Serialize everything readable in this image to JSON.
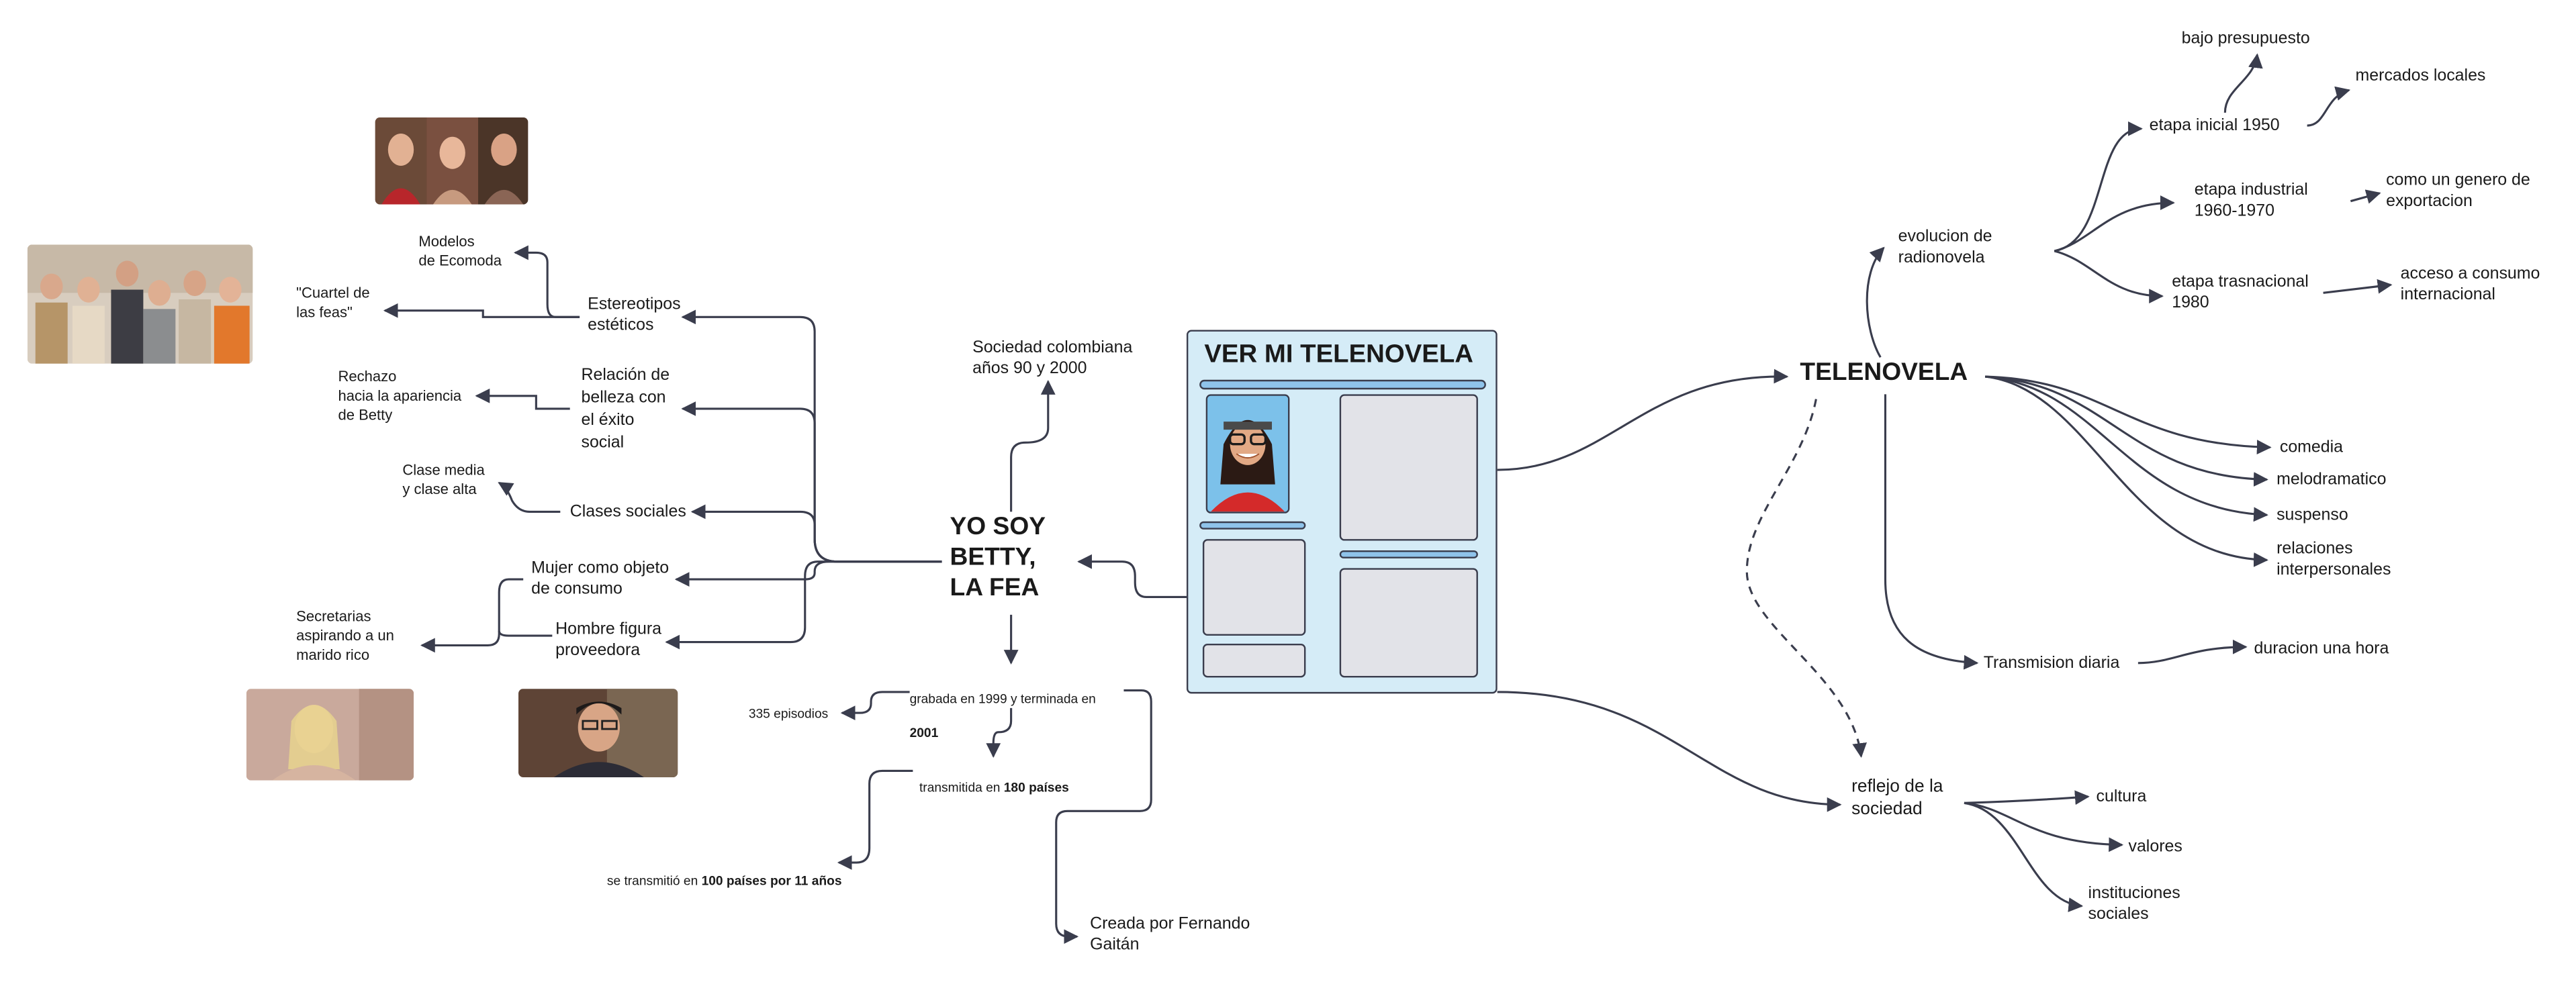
{
  "colors": {
    "line": "#3a3d4d",
    "card_bg": "#d5ecf7",
    "card_bar": "#8fc3ea",
    "card_box": "#e2e3e8"
  },
  "card": {
    "title": "VER MI TELENOVELA"
  },
  "nodes": {
    "yo_soy_betty": "YO SOY\nBETTY,\nLA FEA",
    "sociedad_colombiana": "Sociedad colombiana\naños 90 y 2000",
    "estereotipos": "Estereotipos\nestéticos",
    "modelos_ecomoda": "Modelos\nde Ecomoda",
    "cuartel_feas": "\"Cuartel de\nlas feas\"",
    "relacion_belleza": "Relación de\nbelleza con\nel éxito\nsocial",
    "rechazo_apariencia": "Rechazo\nhacia la apariencia\nde Betty",
    "clases_sociales": "Clases sociales",
    "clase_media_alta": "Clase media\ny clase alta",
    "mujer_objeto": "Mujer como objeto\nde consumo",
    "hombre_proveedora": "Hombre figura\nproveedora",
    "secretarias": "Secretarias\naspirando a un\nmarido rico",
    "grabada_text": "grabada en 1999 y terminada en ",
    "grabada_year": "2001",
    "episodios": "335 episodios",
    "transmitida_text": "transmitida en ",
    "transmitida_bold": "180 países",
    "transmitio_text": "se transmitió en ",
    "transmitio_bold": "100 países por 11 años",
    "creada_por": "Creada por Fernando\nGaitán",
    "telenovela": "TELENOVELA",
    "evolucion": "evolucion de\nradionovela",
    "etapa_inicial": "etapa inicial 1950",
    "bajo_presupuesto": "bajo presupuesto",
    "mercados_locales": "mercados locales",
    "etapa_industrial": "etapa industrial\n1960-1970",
    "genero_exportacion": "como un genero de\nexportacion",
    "etapa_trasnacional": "etapa trasnacional\n1980",
    "acceso_consumo": "acceso a consumo\ninternacional",
    "comedia": "comedia",
    "melodramatico": "melodramatico",
    "suspenso": "suspenso",
    "relaciones": "relaciones\ninterpersonales",
    "transmision_diaria": "Transmision diaria",
    "duracion_hora": "duracion una hora",
    "reflejo": "reflejo de la\nsociedad",
    "cultura": "cultura",
    "valores": "valores",
    "instituciones": "instituciones\nsociales"
  }
}
